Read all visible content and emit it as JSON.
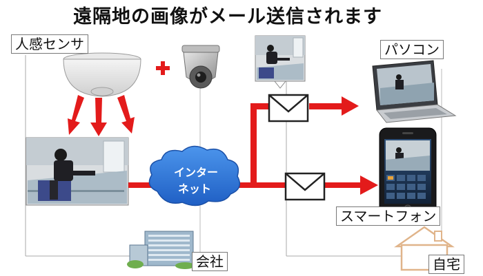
{
  "title": "遠隔地の画像がメール送信されます",
  "labels": {
    "sensor": "人感センサ",
    "pc": "パソコン",
    "smartphone": "スマートフォン",
    "company": "会社",
    "home": "自宅"
  },
  "cloud": {
    "line1": "インター",
    "line2": "ネット"
  },
  "plus": "+",
  "colors": {
    "arrow": "#e31b1b",
    "cloud": "#2b73d6",
    "cloud_text": "#ffffff"
  }
}
